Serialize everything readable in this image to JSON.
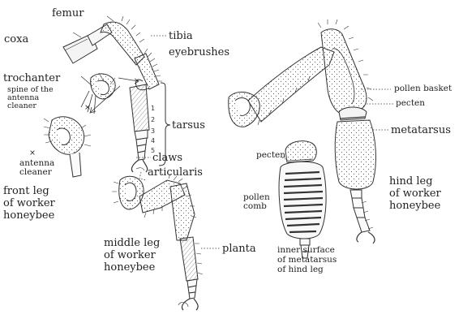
{
  "front_leg": {
    "femur": "femur",
    "coxa": "coxa",
    "tibia": "tibia",
    "eyebrushes": "eyebrushes",
    "trochanter": "trochanter",
    "spine_line1": "spine of the",
    "spine_line2": "antenna",
    "spine_line3": "cleaner",
    "cross1": "×",
    "cross2": "×",
    "antenna_line1": "antenna",
    "antenna_line2": "cleaner",
    "tarsus": "tarsus",
    "claws": "claws",
    "articularis": "articularis",
    "segments": [
      "1",
      "2",
      "3",
      "4",
      "5"
    ],
    "caption_line1": "front leg",
    "caption_line2": "of worker",
    "caption_line3": "honeybee"
  },
  "middle_leg": {
    "planta": "planta",
    "caption_line1": "middle leg",
    "caption_line2": "of worker",
    "caption_line3": "honeybee"
  },
  "inner_surface": {
    "pecten": "pecten",
    "pollen_line1": "pollen",
    "pollen_line2": "comb",
    "caption_line1": "inner surface",
    "caption_line2": "of metatarsus",
    "caption_line3": "of hind leg"
  },
  "hind_leg": {
    "pollen_basket": "pollen basket",
    "pecten": "pecten",
    "metatarsus": "metatarsus",
    "caption_line1": "hind leg",
    "caption_line2": "of worker",
    "caption_line3": "honeybee"
  },
  "colors": {
    "ink": "#222222",
    "background": "#ffffff"
  }
}
